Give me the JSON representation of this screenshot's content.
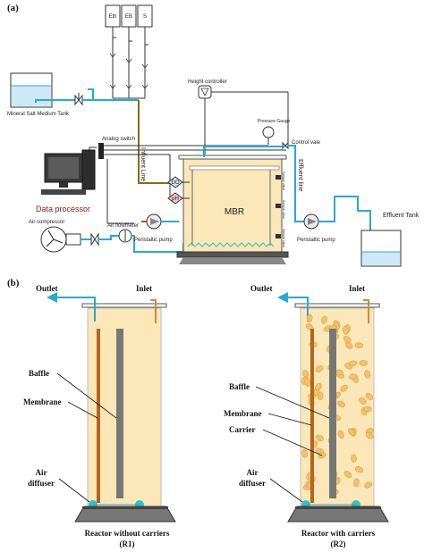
{
  "panel_a": {
    "label": "(a)",
    "bottles": [
      "Eth",
      "EB",
      "S"
    ],
    "mineral_tank": "Mineral Salt Medium Tank",
    "height_controller": "Height controller",
    "pressure_gauge": "Pressure Gauge",
    "analog_switch": "Analog switch",
    "control_valve": "Control vale",
    "influent_line": "Influent Line",
    "effluent_line": "Effluent line",
    "effluent_tank": "Effluent Tank",
    "data_processor": "Data processor",
    "air_compressor": "Air compressor",
    "air_flowmeter": "Air flowmeter",
    "peristaltic_pump_left": "Peristaltic pump",
    "peristaltic_pump_right": "Peristaltic pump",
    "reactor": "MBR",
    "do_sensor": "DO",
    "ph_sensor": "pH",
    "sample_port_1": "Sample valve",
    "sample_port_2": "Sample valve",
    "sample_port_3": "Sample valve"
  },
  "panel_b": {
    "label": "(b)",
    "r1": {
      "outlet": "Outlet",
      "inlet": "Inlet",
      "baffle": "Baffle",
      "membrane": "Membrane",
      "air_line1": "Air",
      "air_line2": "diffuser",
      "caption_line1": "Reactor without carriers",
      "caption_line2": "(R1)"
    },
    "r2": {
      "outlet": "Outlet",
      "inlet": "Inlet",
      "baffle": "Baffle",
      "membrane": "Membrane",
      "carrier": "Carrier",
      "air_line1": "Air",
      "air_line2": "diffuser",
      "caption_line1": "Reactor with carriers",
      "caption_line2": "(R2)"
    }
  },
  "colors": {
    "liquid": "#fbe7b8",
    "water_blue": "#29a8d8",
    "influent_brown": "#8b6914",
    "membrane_brown": "#b5651d",
    "baffle_gray": "#777777",
    "diffuser_teal": "#2bc4c9",
    "carrier_fill": "#f2c16a"
  }
}
